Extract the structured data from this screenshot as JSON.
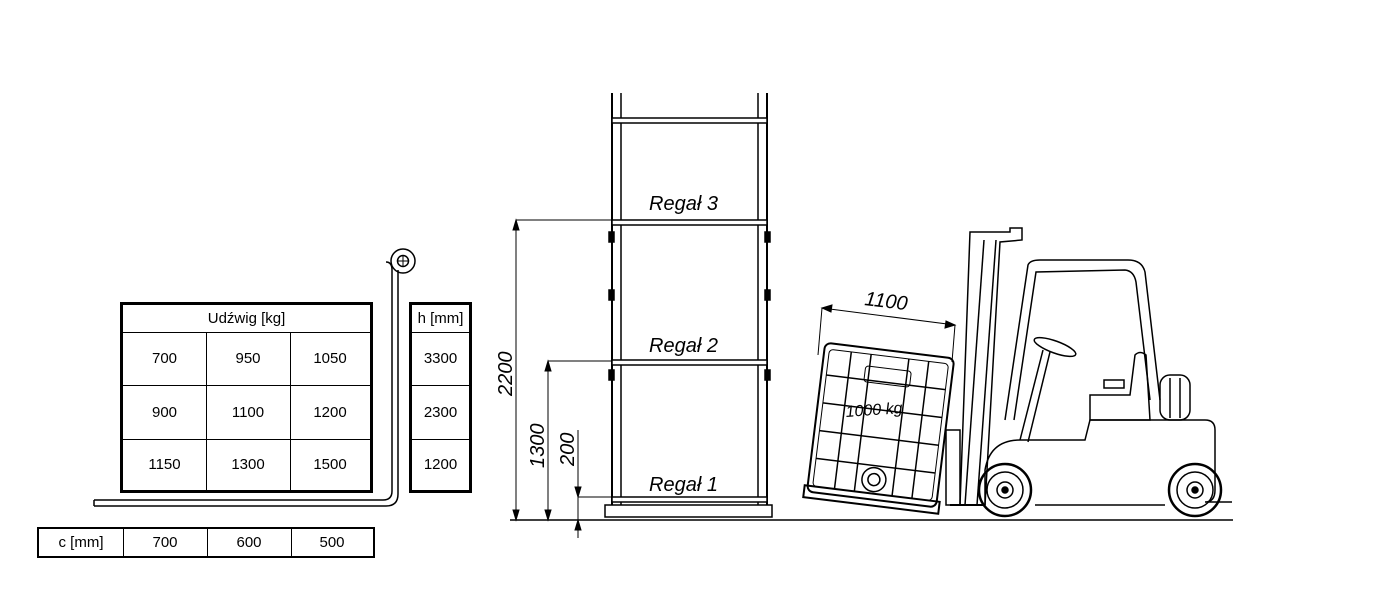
{
  "capacity_table": {
    "header": "Udźwig [kg]",
    "rows": [
      [
        "700",
        "950",
        "1050"
      ],
      [
        "900",
        "1100",
        "1200"
      ],
      [
        "1150",
        "1300",
        "1500"
      ]
    ]
  },
  "height_table": {
    "header": "h [mm]",
    "values": [
      "3300",
      "2300",
      "1200"
    ]
  },
  "center_table": {
    "header": "c [mm]",
    "values": [
      "700",
      "600",
      "500"
    ]
  },
  "rack": {
    "levels": [
      "Regał 1",
      "Regał 2",
      "Regał 3"
    ]
  },
  "dimensions": {
    "height_total": "2200",
    "height_mid": "1300",
    "height_low": "200",
    "pallet_width": "1100"
  },
  "load": {
    "weight_label": "1000 kg"
  }
}
